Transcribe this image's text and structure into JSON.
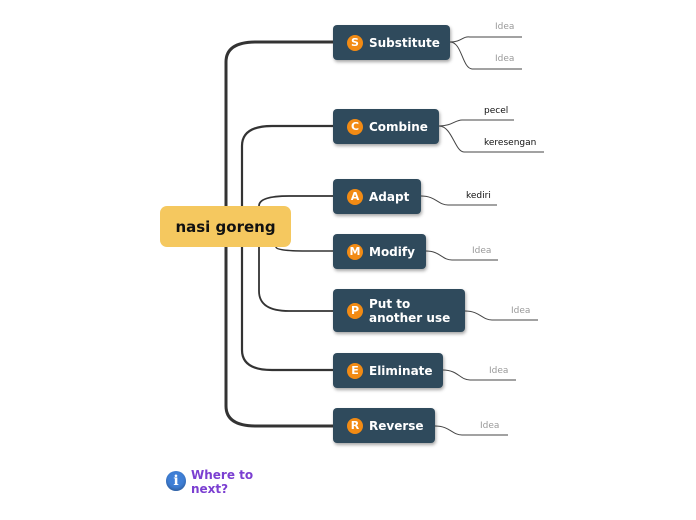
{
  "central_topic": "nasi goreng",
  "branches": [
    {
      "letter": "S",
      "label": "Substitute",
      "leaves": [
        "Idea",
        "Idea"
      ]
    },
    {
      "letter": "C",
      "label": "Combine",
      "leaves": [
        "pecel",
        "keresengan"
      ]
    },
    {
      "letter": "A",
      "label": "Adapt",
      "leaves": [
        "kediri"
      ]
    },
    {
      "letter": "M",
      "label": "Modify",
      "leaves": [
        "Idea"
      ]
    },
    {
      "letter": "P",
      "label": "Put to another use",
      "leaves": [
        "Idea"
      ]
    },
    {
      "letter": "E",
      "label": "Eliminate",
      "leaves": [
        "Idea"
      ]
    },
    {
      "letter": "R",
      "label": "Reverse",
      "leaves": [
        "Idea"
      ]
    }
  ],
  "footer": {
    "icon": "info-icon",
    "text": "Where to next?"
  },
  "colors": {
    "central": "#f5c85f",
    "node": "#2f4a5c",
    "badge": "#f28b14",
    "footer_text": "#7b3fd1",
    "info_icon": "#3f7fd6"
  }
}
